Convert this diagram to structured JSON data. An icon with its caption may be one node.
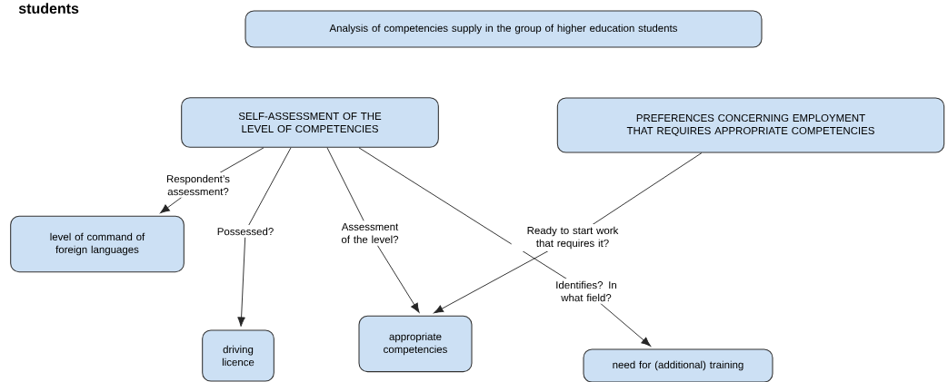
{
  "diagram": {
    "title": "students",
    "nodes": [
      {
        "text": [
          "Analysis of competencies supply in the group of higher education students"
        ]
      },
      {
        "text": [
          "SELF-ASSESSMENT OF THE LEVEL OF COMPETENCIES"
        ]
      },
      {
        "text": [
          "PREFERENCES CONCERNING EMPLOYMENT THAT REQUIRES APPROPRIATE COMPETENCIES"
        ]
      },
      {
        "text": [
          "level of command of foreign languages"
        ]
      },
      {
        "text": [
          "driving licence"
        ]
      },
      {
        "text": [
          "appropriate competencies"
        ]
      },
      {
        "text": [
          "need for (additional) training"
        ]
      }
    ],
    "edges": [
      {
        "from": 1,
        "to": 3,
        "arrow": "to",
        "label": "Respondent’s assessment?"
      },
      {
        "from": 1,
        "to": 4,
        "arrow": "to",
        "label": "Possessed?"
      },
      {
        "from": 1,
        "to": 5,
        "arrow": "to",
        "label": "Assessment of the level?"
      },
      {
        "from": 1,
        "to": 6,
        "arrow": "to",
        "label": "Identifies? In what field?"
      },
      {
        "from": 2,
        "to": 5,
        "arrow": "to",
        "label": "Ready to start work that requires it?"
      }
    ]
  }
}
